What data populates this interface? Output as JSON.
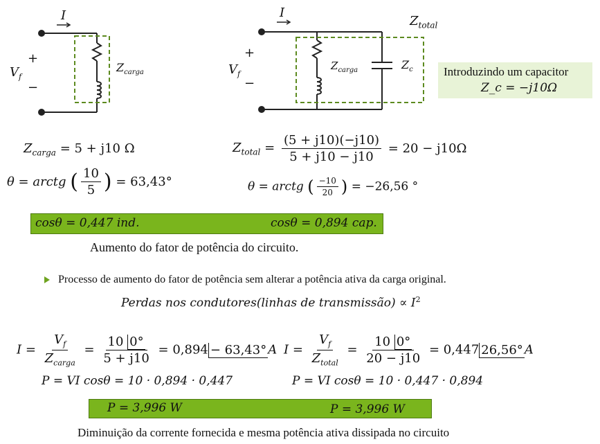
{
  "circuit_left": {
    "current": "I",
    "source": "V",
    "source_sub": "f",
    "plus": "+",
    "minus": "−",
    "load": "Z",
    "load_sub": "carga"
  },
  "circuit_right": {
    "current": "I",
    "source": "V",
    "source_sub": "f",
    "plus": "+",
    "minus": "−",
    "total": "Z",
    "total_sub": "total",
    "load": "Z",
    "load_sub": "carga",
    "cap": "Z",
    "cap_sub": "c"
  },
  "note": {
    "line1": "Introduzindo um capacitor",
    "line2": "Z_c = −j10Ω"
  },
  "equations_left": {
    "z_lhs": "Z",
    "z_sub": "carga",
    "z_rhs": "= 5 + j10 Ω",
    "theta_lhs": "θ = arctg",
    "theta_num": "10",
    "theta_den": "5",
    "theta_rhs": "= 63,43°"
  },
  "equations_right": {
    "z_lhs": "Z",
    "z_sub": "total",
    "z_num": "(5 + j10)(−j10)",
    "z_den": "5 + j10 − j10",
    "z_rhs": "= 20 − j10Ω",
    "theta_lhs": "θ = arctg",
    "theta_num": "−10",
    "theta_den": "20",
    "theta_rhs": "= −26,56 °"
  },
  "pf_bar": {
    "left": "cosθ = 0,447 ind.",
    "right": "cosθ = 0,894 cap."
  },
  "caption1": "Aumento do fator de potência do circuito.",
  "bullet_text": "Processo de aumento do fator de potência sem alterar a potência ativa da carga original.",
  "losses": {
    "text": "Perdas nos condutores(linhas de transmissão) ∝ I",
    "exp": "2"
  },
  "current_left": {
    "lhs": "I =",
    "num1": "V",
    "num1_sub": "f",
    "den1": "Z",
    "den1_sub": "carga",
    "num2": "10",
    "num2_angle": "0°",
    "den2": "5 + j10",
    "result_mag": "= 0,894",
    "result_angle": "− 63,43°",
    "result_unit": "A"
  },
  "current_right": {
    "lhs": "I =",
    "num1": "V",
    "num1_sub": "f",
    "den1": "Z",
    "den1_sub": "total",
    "num2": "10",
    "num2_angle": "0°",
    "den2": "20 − j10",
    "result_mag": "= 0,447",
    "result_angle": "26,56°",
    "result_unit": "A"
  },
  "power_left": "P = VI cosθ = 10 · 0,894 · 0,447",
  "power_right": "P = VI cosθ = 10 · 0,447 · 0,894",
  "p_bar": {
    "left": "P = 3,996 W",
    "right": "P = 3,996 W"
  },
  "caption2": "Diminuição da corrente fornecida e mesma potência ativa dissipada no circuito",
  "colors": {
    "accent_green": "#7ab51d",
    "note_bg": "#e8f3d7",
    "dash_green": "#5c8a1f"
  }
}
